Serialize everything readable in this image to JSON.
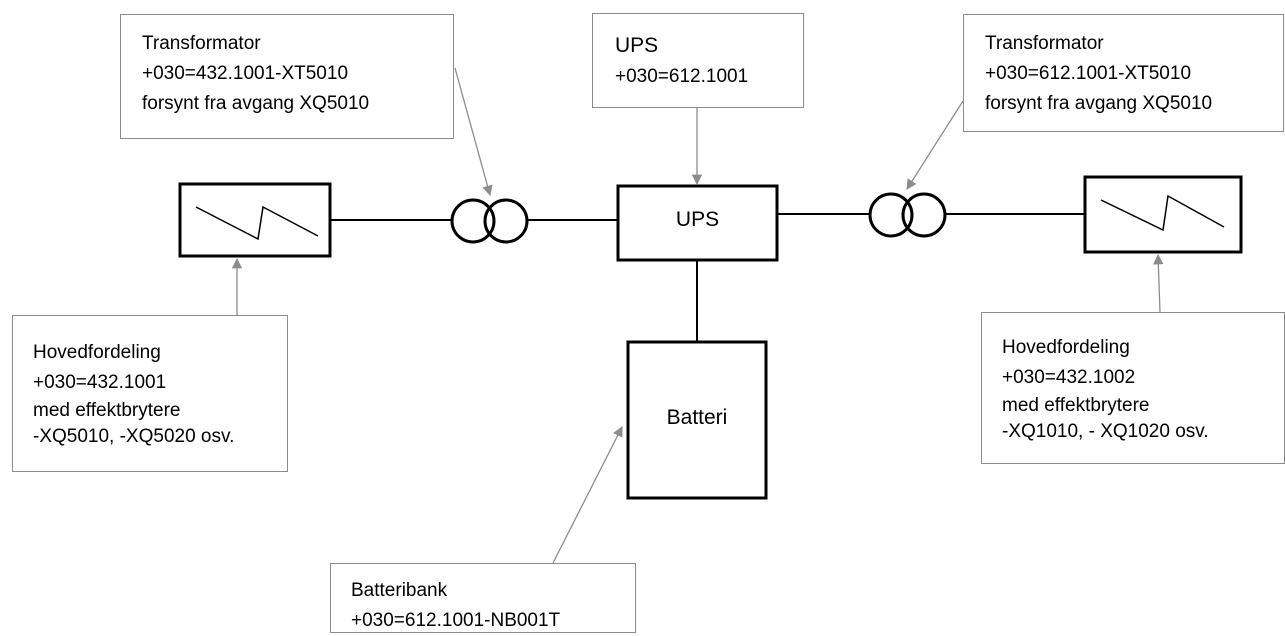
{
  "callouts": {
    "trafo_left": {
      "lines": [
        "Transformator",
        "+030=432.1001-XT5010",
        "forsynt fra avgang XQ5010"
      ]
    },
    "ups": {
      "lines": [
        "UPS",
        "+030=612.1001"
      ]
    },
    "trafo_right": {
      "lines": [
        "Transformator",
        "+030=612.1001-XT5010",
        "forsynt fra avgang XQ5010"
      ]
    },
    "hf_left": {
      "lines": [
        "Hovedfordeling",
        "+030=432.1001",
        "med effektbrytere",
        "-XQ5010, -XQ5020 osv."
      ]
    },
    "hf_right": {
      "lines": [
        "Hovedfordeling",
        "+030=432.1002",
        "med effektbrytere",
        "-XQ1010, - XQ1020 osv."
      ]
    },
    "batteribank": {
      "lines": [
        "Batteribank",
        "+030=612.1001-NB001T"
      ]
    }
  },
  "symbols": {
    "ups_label": "UPS",
    "battery_label": "Batteri"
  },
  "colors": {
    "line": "#000000",
    "callout_border": "#8c8c8c",
    "arrow": "#8c8c8c"
  }
}
